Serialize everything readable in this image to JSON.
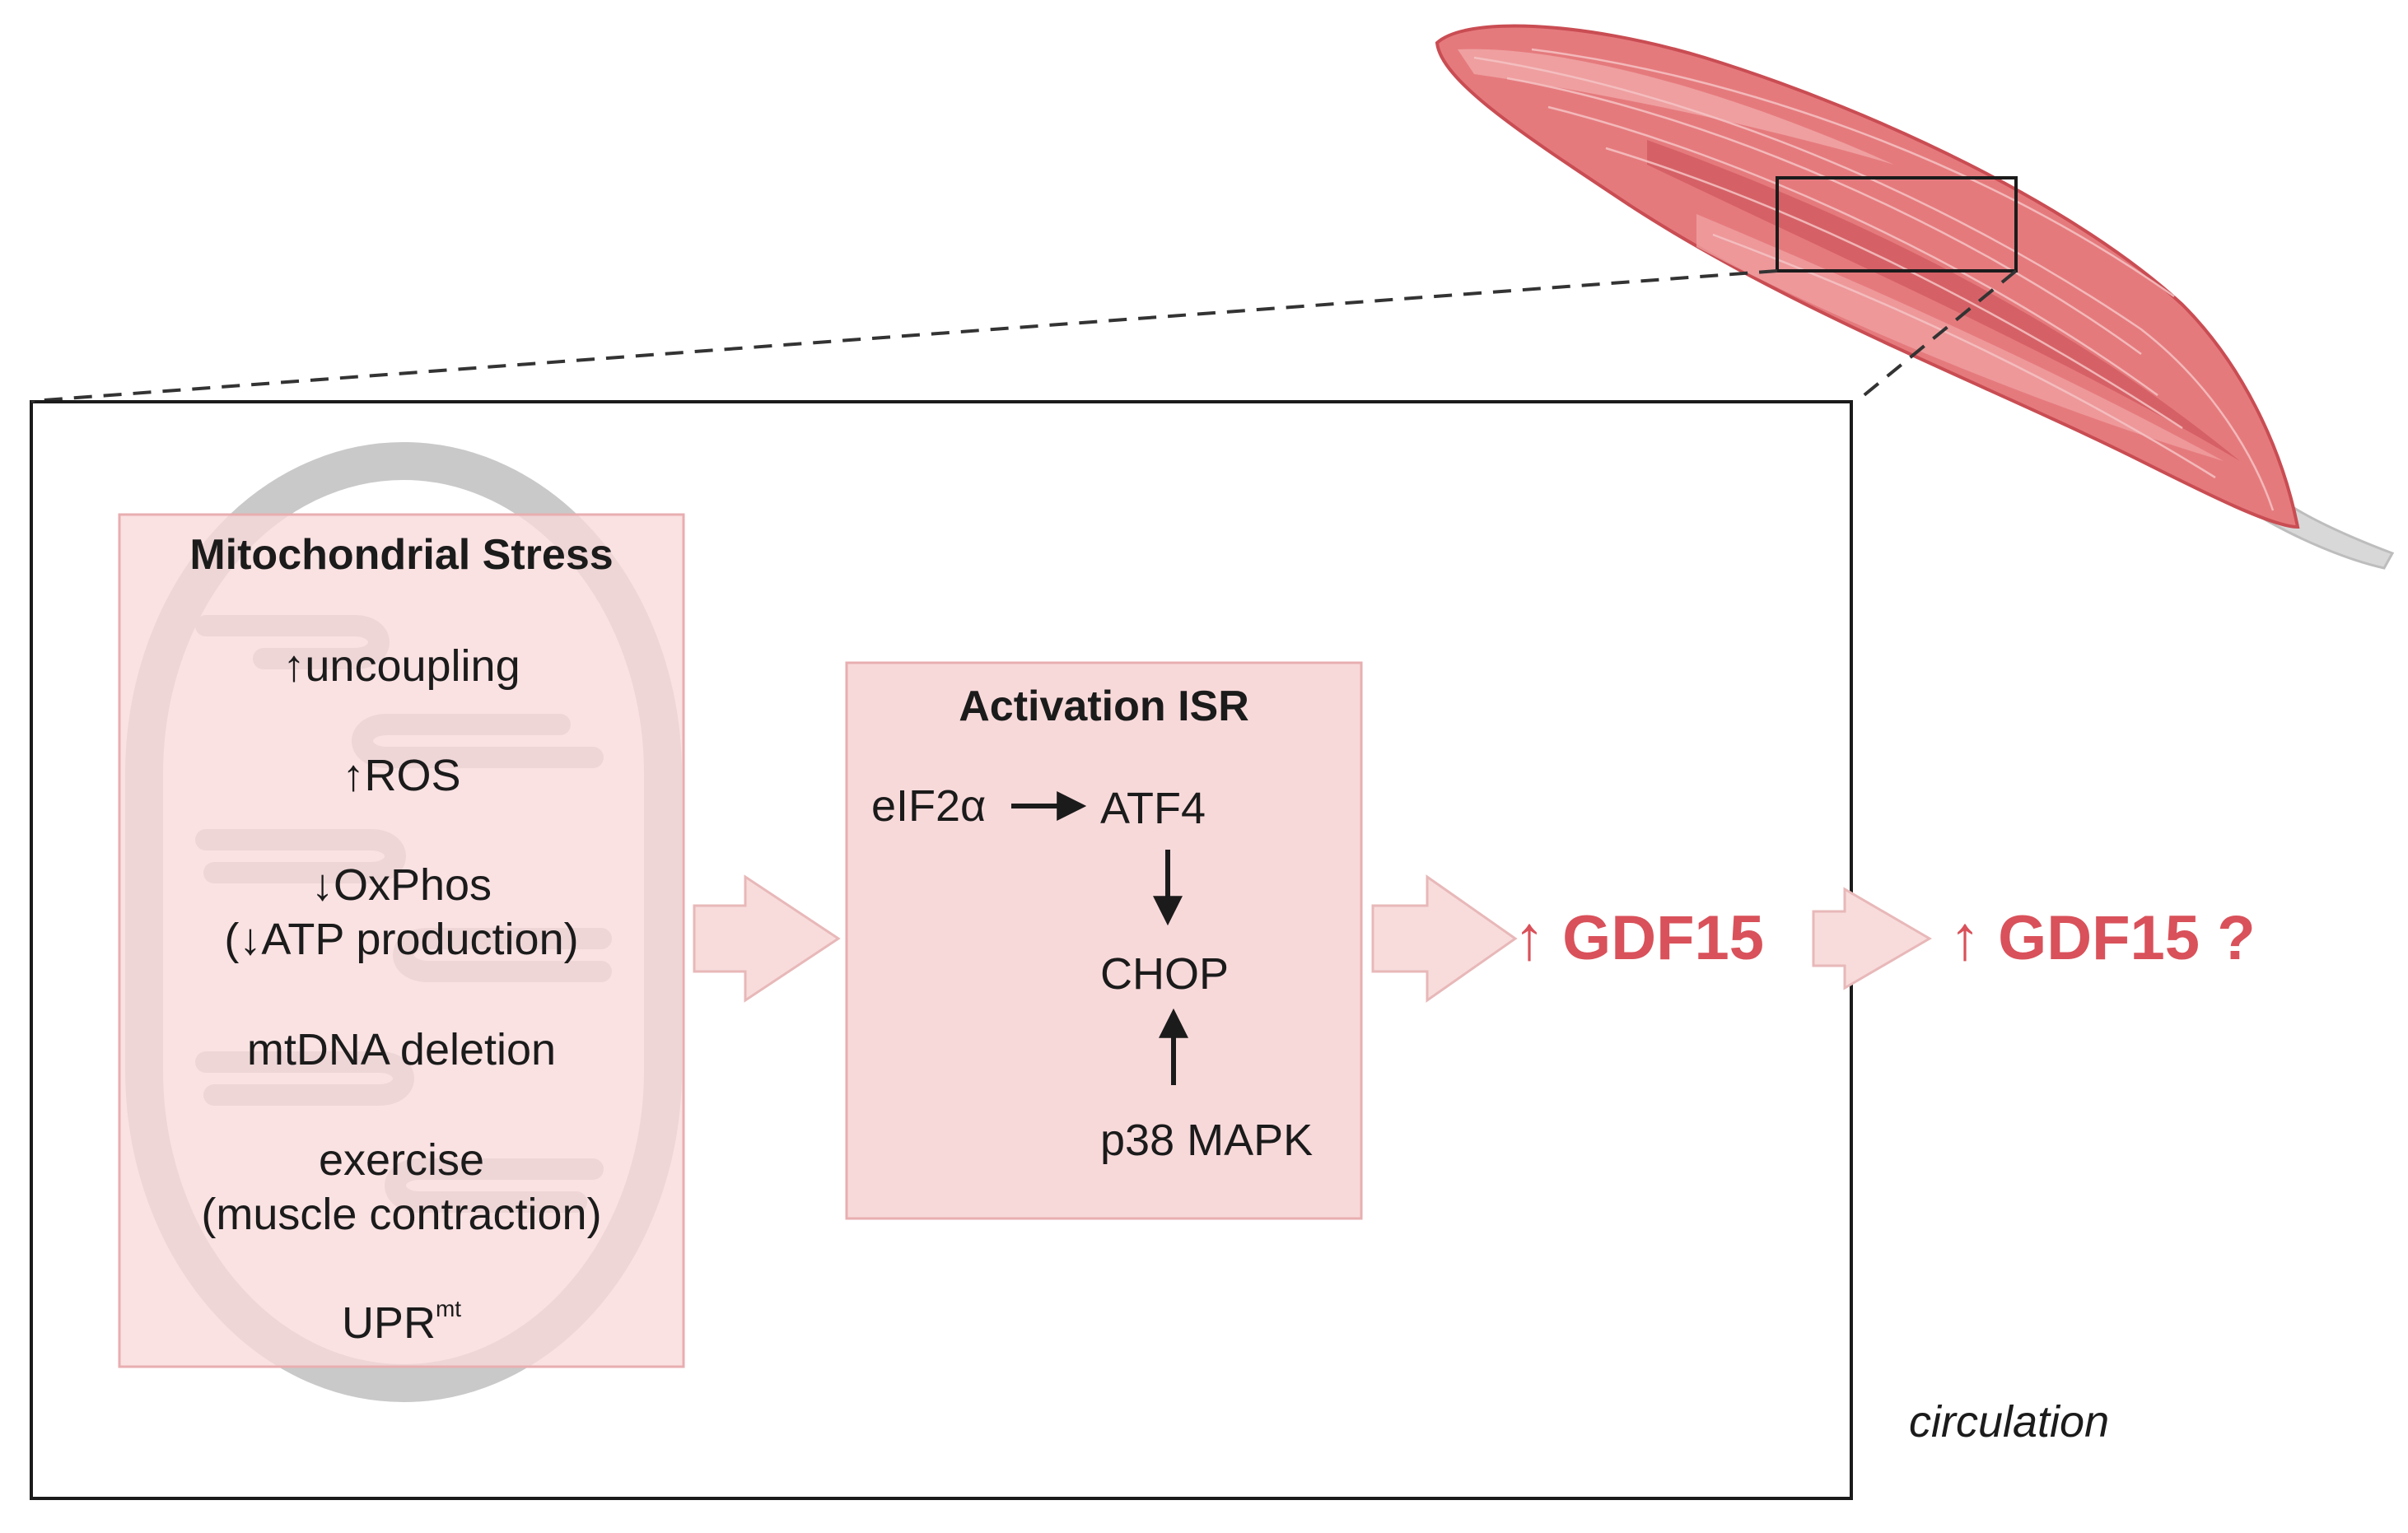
{
  "colors": {
    "muscle": "#e57a7d",
    "muscle_light": "#f0a3a4",
    "muscle_dark": "#c94d53",
    "tendon": "#d8d8d8",
    "box_fill": "#f8d9da",
    "box_stroke": "#e8aeb0",
    "arrow_fill": "#f8dcdc",
    "gdf15": "#d9515a",
    "mito": "#c9c9c9"
  },
  "stress": {
    "title": "Mitochondrial Stress",
    "uncoupling": "↑uncoupling",
    "ros": "↑ROS",
    "oxphos": "↓OxPhos",
    "atp": "(↓ATP production)",
    "mtdna": "mtDNA deletion",
    "exercise": "exercise",
    "contraction": "(muscle contraction)",
    "upr": "UPR",
    "upr_sup": "mt"
  },
  "isr": {
    "title": "Activation ISR",
    "eif2a": "eIF2α",
    "atf4": "ATF4",
    "chop": "CHOP",
    "p38": "p38 MAPK"
  },
  "outputs": {
    "gdf15_muscle": "↑ GDF15",
    "gdf15_circulation": "↑ GDF15 ?",
    "circulation_label": "circulation"
  }
}
